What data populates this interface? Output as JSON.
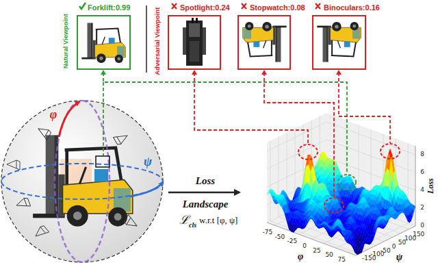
{
  "diagram": {
    "nodes": [
      {
        "text": [
          "Forklift:0.99"
        ]
      },
      {
        "text": [
          "Spotlight:0.24"
        ]
      },
      {
        "text": [
          "Stopwatch:0.08"
        ]
      },
      {
        "text": [
          "Binoculars:0.16"
        ]
      }
    ],
    "labels": [
      "Natural Viewpoint",
      "Adversarial Viewpoint",
      "φ",
      "ψ",
      "Loss",
      "Landscape",
      "ℒ",
      "cls",
      "w.r.t [φ, ψ]",
      "-75",
      "-50",
      "-25",
      "0",
      "25",
      "50",
      "75",
      "φ",
      "-150",
      "-100",
      "-50",
      "0",
      "50",
      "100",
      "150",
      "ψ",
      "0",
      "2",
      "4",
      "6",
      "8",
      "Loss"
    ]
  }
}
